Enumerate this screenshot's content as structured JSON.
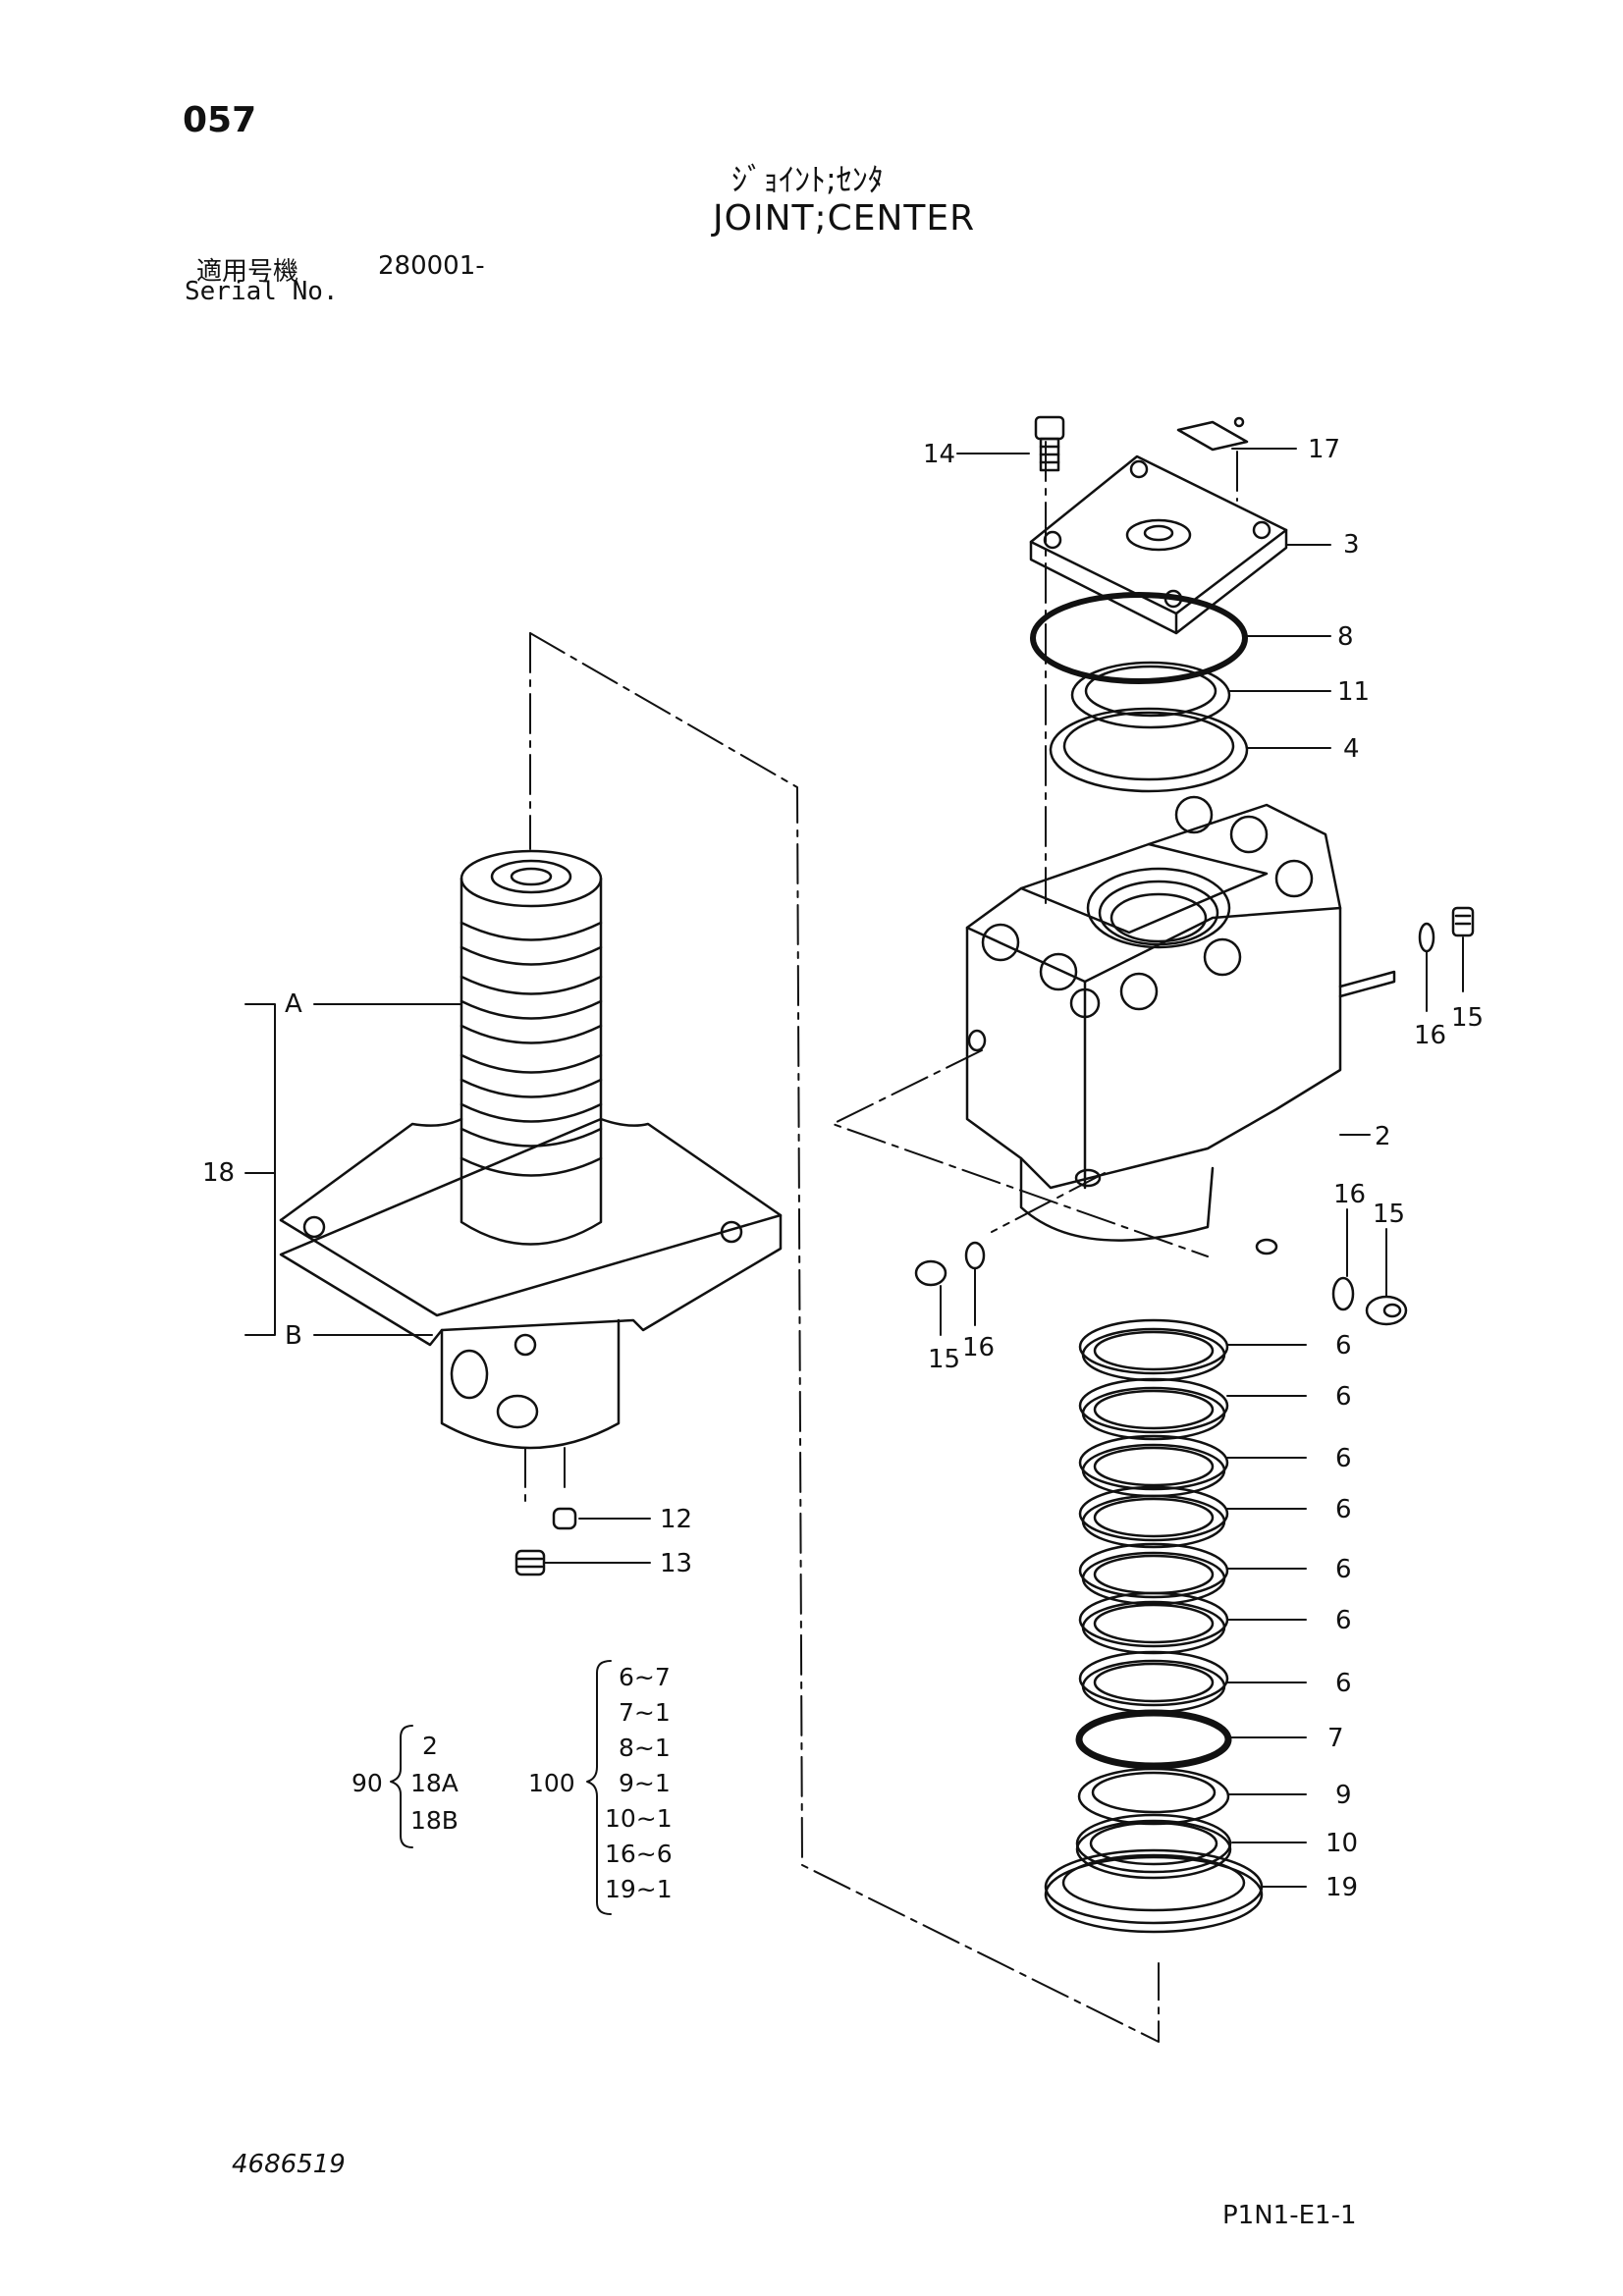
{
  "header": {
    "page_number": "057",
    "title_jp": "ｼﾞｮｲﾝﾄ;ｾﾝﾀ",
    "title_en": "JOINT;CENTER",
    "serial_label_jp": "適用号機",
    "serial_label_en": "Serial No.",
    "serial_value": "280001-"
  },
  "callouts": {
    "c14": "14",
    "c17": "17",
    "c3": "3",
    "c8": "8",
    "c11": "11",
    "c4": "4",
    "c16a": "16",
    "c15a": "15",
    "c2": "2",
    "c16b": "16",
    "c15b": "15",
    "c15c": "15",
    "c16c": "16",
    "c6a": "6",
    "c6b": "6",
    "c6c": "6",
    "c6d": "6",
    "c6e": "6",
    "c6f": "6",
    "c6g": "6",
    "c7": "7",
    "c9": "9",
    "c10": "10",
    "c19": "19",
    "cA": "A",
    "cB": "B",
    "c18": "18",
    "c12": "12",
    "c13": "13"
  },
  "kit_90": {
    "label": "90",
    "items": [
      "2",
      "18A",
      "18B"
    ]
  },
  "kit_100": {
    "label": "100",
    "items": [
      "6~7",
      "7~1",
      "8~1",
      "9~1",
      "10~1",
      "16~6",
      "19~1"
    ]
  },
  "footer": {
    "doc_number": "4686519",
    "page_ref": "P1N1-E1-1"
  }
}
